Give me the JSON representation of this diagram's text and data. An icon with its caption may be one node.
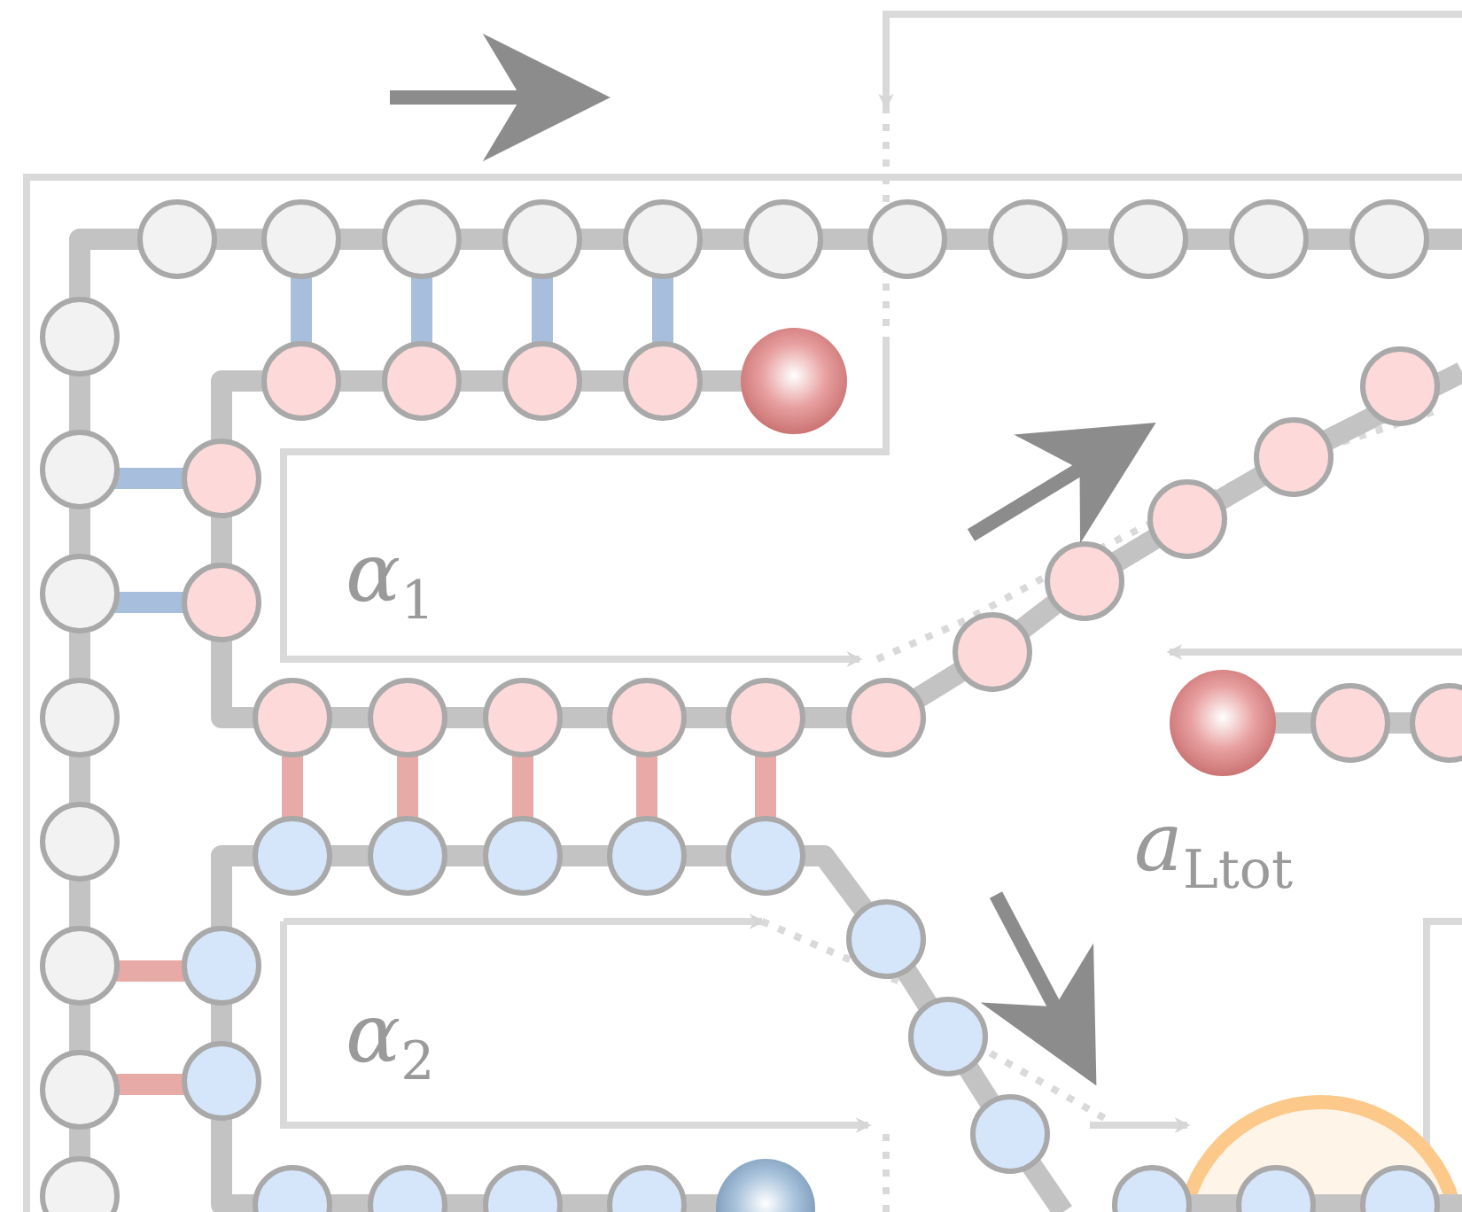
{
  "diagram": {
    "labels": [
      "α$_{1}$",
      "α$_{2}$",
      "*a*$_{Ltot}$"
    ]
  }
}
